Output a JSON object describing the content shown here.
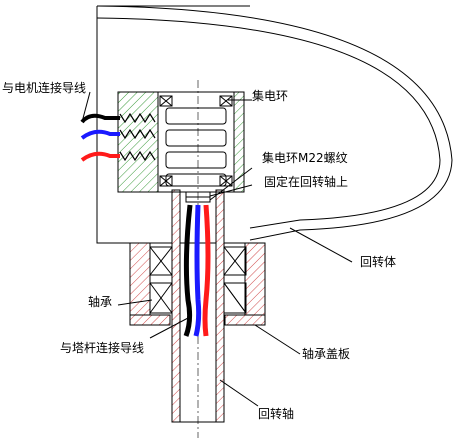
{
  "labels": {
    "motor_wire": "与电机连接导线",
    "slip_ring": "集电环",
    "slip_ring_thread": "集电环M22螺纹",
    "fixed_on_shaft": "固定在回转轴上",
    "rotor": "回转体",
    "bearing": "轴承",
    "tower_wire": "与塔杆连接导线",
    "bearing_cover": "轴承盖板",
    "rotating_shaft": "回转轴"
  },
  "colors": {
    "wire_black": "#000000",
    "wire_blue": "#1a1aff",
    "wire_red": "#ff1a1a",
    "hatch_green": "#3a9a3a",
    "hatch_red": "#cc2222"
  }
}
